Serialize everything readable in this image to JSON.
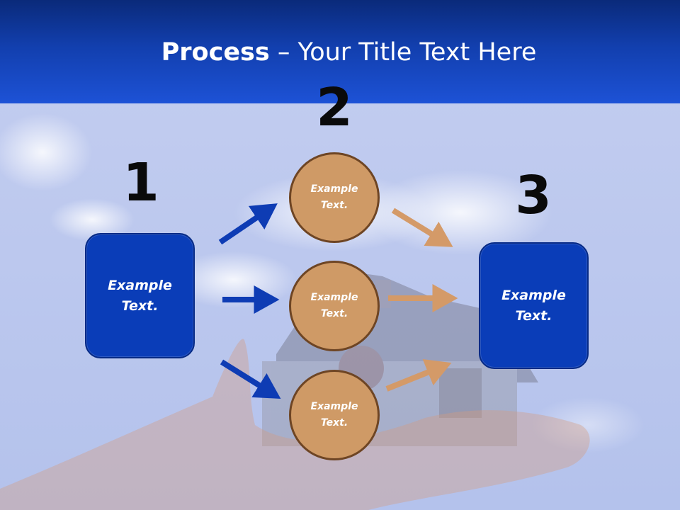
{
  "title": {
    "bold": "Process",
    "rest": " – Your Title Text Here"
  },
  "steps": {
    "one": {
      "number": "1",
      "text": "Example Text."
    },
    "two": {
      "number": "2",
      "circles": [
        {
          "text": "Example Text."
        },
        {
          "text": "Example Text."
        },
        {
          "text": "Example Text."
        }
      ]
    },
    "three": {
      "number": "3",
      "text": "Example Text."
    }
  },
  "colors": {
    "header": "#123fae",
    "box": "#0a3db8",
    "circle": "#cf9a66",
    "blue_arrow": "#0e3cb4",
    "tan_arrow": "#d49a68"
  }
}
